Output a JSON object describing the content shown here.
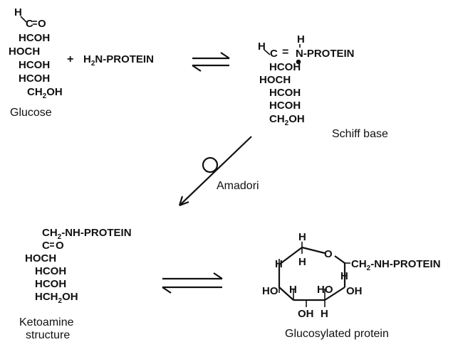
{
  "glucose": {
    "rows": [
      "HCOH",
      "HOCH",
      "HCOH",
      "HCOH"
    ],
    "ch2oh": "CH",
    "ch2oh_sub": "2",
    "ch2oh_tail": "OH",
    "aldehyde_h": "H",
    "aldehyde_c": "C",
    "aldehyde_o": "O",
    "caption": "Glucose"
  },
  "reagent": {
    "plus": "+",
    "h": "H",
    "h_sub": "2",
    "rest": "N-PROTEIN"
  },
  "schiff": {
    "h_top": "H",
    "c_top": "C",
    "n_h": "H",
    "n_group": "N-PROTEIN",
    "rows": [
      "HCOH",
      "HOCH",
      "HCOH",
      "HCOH"
    ],
    "first_row": "HCOH",
    "ch2oh": "CH",
    "ch2oh_sub": "2",
    "ch2oh_tail": "OH",
    "caption": "Schiff base"
  },
  "amadori": {
    "label": "Amadori"
  },
  "ketoamine": {
    "top": "CH",
    "top_sub": "2",
    "top_tail": "-NH-PROTEIN",
    "co_c": "C",
    "co_o": "O",
    "rows": [
      "HOCH",
      "HCOH",
      "HCOH"
    ],
    "last": "HCH",
    "last_sub": "2",
    "last_tail": "OH",
    "caption_1": "Ketoamine",
    "caption_2": "structure"
  },
  "glucosylated": {
    "h1": "H",
    "o_ring": "O",
    "h2": "H",
    "substituent": "CH",
    "substituent_sub": "2",
    "substituent_tail": "-NH-PROTEIN",
    "h_left": "H",
    "h_right": "H",
    "ho_left": "HO",
    "h_mid": "H",
    "ho_mid": "HO",
    "oh_right": "OH",
    "oh_bottom": "OH",
    "h_bottom": "H",
    "caption": "Glucosylated protein"
  }
}
